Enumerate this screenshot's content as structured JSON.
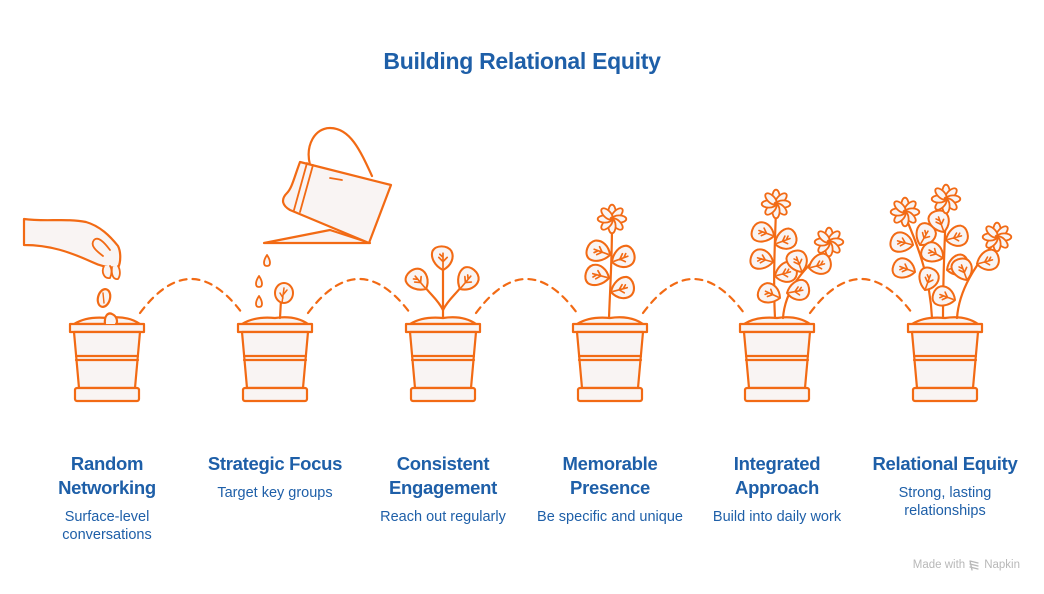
{
  "title": "Building Relational Equity",
  "colors": {
    "title": "#1E5FA8",
    "text": "#1E5FA8",
    "stroke": "#F26A14",
    "fill": "#F9F4F3",
    "footer": "#B8B8B8"
  },
  "stages": [
    {
      "title": "Random Networking",
      "description": "Surface-level conversations",
      "illustration": "hand-planting-seeds"
    },
    {
      "title": "Strategic Focus",
      "description": "Target key groups",
      "illustration": "watering-can-sprout"
    },
    {
      "title": "Consistent Engagement",
      "description": "Reach out regularly",
      "illustration": "young-plant"
    },
    {
      "title": "Memorable Presence",
      "description": "Be specific and unique",
      "illustration": "flowering-plant"
    },
    {
      "title": "Integrated Approach",
      "description": "Build into daily work",
      "illustration": "two-stem-flowering-plant"
    },
    {
      "title": "Relational Equity",
      "description": "Strong, lasting relationships",
      "illustration": "full-flowering-bush"
    }
  ],
  "footer": {
    "prefix": "Made with",
    "brand": "Napkin",
    "icon": "napkin-logo-icon"
  }
}
